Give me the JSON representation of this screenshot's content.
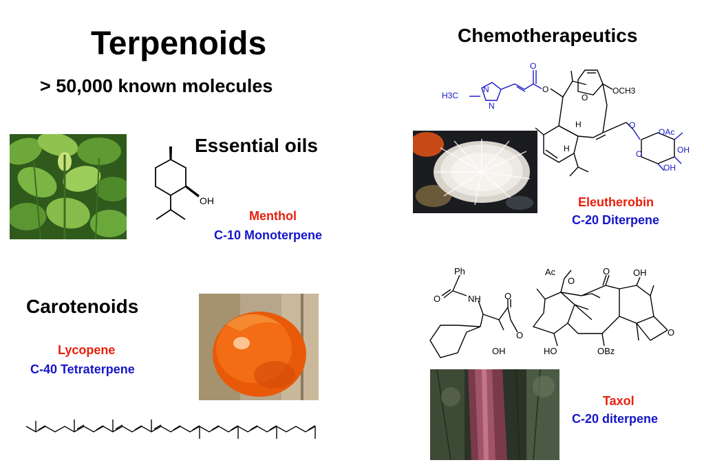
{
  "header": {
    "title": "Terpenoids",
    "subtitle": "> 50,000 known molecules"
  },
  "chemotherapeutics": {
    "heading": "Chemotherapeutics"
  },
  "essential_oils": {
    "heading": "Essential oils",
    "compound_name": "Menthol",
    "compound_class": "C-10 Monoterpene",
    "atom_labels": {
      "oh": "OH"
    }
  },
  "carotenoids": {
    "heading": "Carotenoids",
    "compound_name": "Lycopene",
    "compound_class": "C-40 Tetraterpene"
  },
  "eleutherobin": {
    "compound_name": "Eleutherobin",
    "compound_class": "C-20 Diterpene",
    "atom_labels": {
      "h3c": "H3C",
      "n1": "N",
      "n2": "N",
      "o_carbonyl": "O",
      "o_ester": "O",
      "och3": "OCH3",
      "o_bridge": "O",
      "h_top": "H",
      "h_bottom": "H",
      "oac": "OAc",
      "oh1": "OH",
      "oh2": "OH",
      "o_sugar_link": "O",
      "o_ring": "O"
    }
  },
  "taxol": {
    "compound_name": "Taxol",
    "compound_class": "C-20 diterpene",
    "atom_labels": {
      "ph": "Ph",
      "nh": "NH",
      "o_amide": "O",
      "o_ester_carbonyl": "O",
      "o_ester": "O",
      "oh_side": "OH",
      "ac": "Ac",
      "o_ac": "O",
      "o_ketone": "O",
      "oh_top": "OH",
      "ho": "HO",
      "obz": "OBz",
      "o_oxetane": "O"
    }
  },
  "colors": {
    "red_label": "#e8200c",
    "blue_label": "#1515c8"
  }
}
